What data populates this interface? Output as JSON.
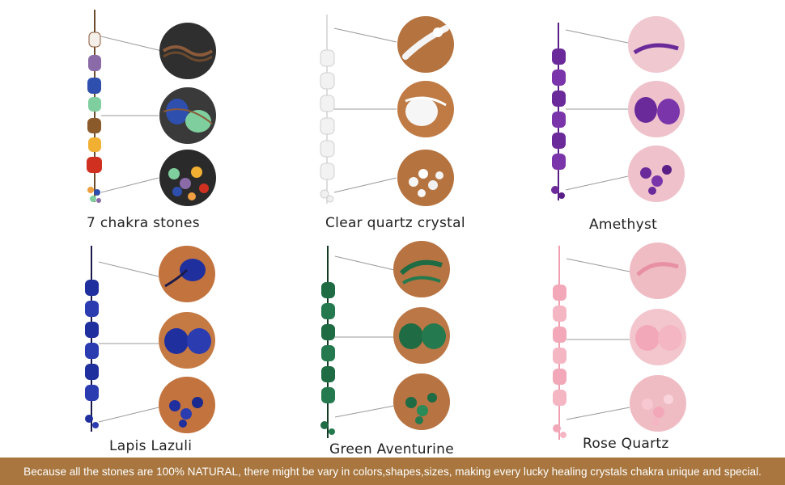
{
  "panels": [
    {
      "caption": "7 chakra stones",
      "color": "#6b5a9c",
      "detail_bg": "#2f2f2f"
    },
    {
      "caption": "Clear quartz crystal",
      "color": "#e8e8e8",
      "detail_bg": "#b5733f"
    },
    {
      "caption": "Amethyst",
      "color": "#6a2a9a",
      "detail_bg": "#f0c8cf"
    },
    {
      "caption": "Lapis Lazuli",
      "color": "#1f2f9e",
      "detail_bg": "#c2733e"
    },
    {
      "caption": "Green Aventurine",
      "color": "#1e6b44",
      "detail_bg": "#b87342"
    },
    {
      "caption": "Rose Quartz",
      "color": "#f2a8b8",
      "detail_bg": "#efbcc4"
    }
  ],
  "footer": {
    "text": "Because all the stones are 100% NATURAL, there might be vary in colors,shapes,sizes, making every lucky healing crystals chakra  unique and special."
  }
}
